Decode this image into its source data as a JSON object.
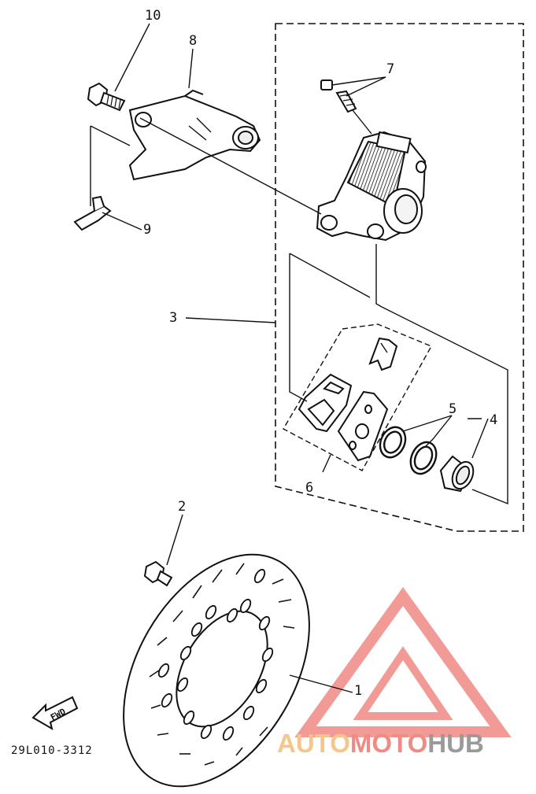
{
  "callouts": {
    "c1": "1",
    "c2": "2",
    "c3": "3",
    "c4": "4",
    "c5": "5",
    "c6": "6",
    "c7": "7",
    "c8": "8",
    "c9": "9",
    "c10": "10"
  },
  "fwd_label": "FWD",
  "diagram_code": "29L010-3312",
  "watermark": {
    "part1": "AUTO",
    "part2": "MOTO",
    "part3": "HUB"
  },
  "colors": {
    "ink": "#111111",
    "wm_auto": "#f5c58c",
    "wm_moto": "#f08a84",
    "wm_hub": "#9a9a9a"
  }
}
